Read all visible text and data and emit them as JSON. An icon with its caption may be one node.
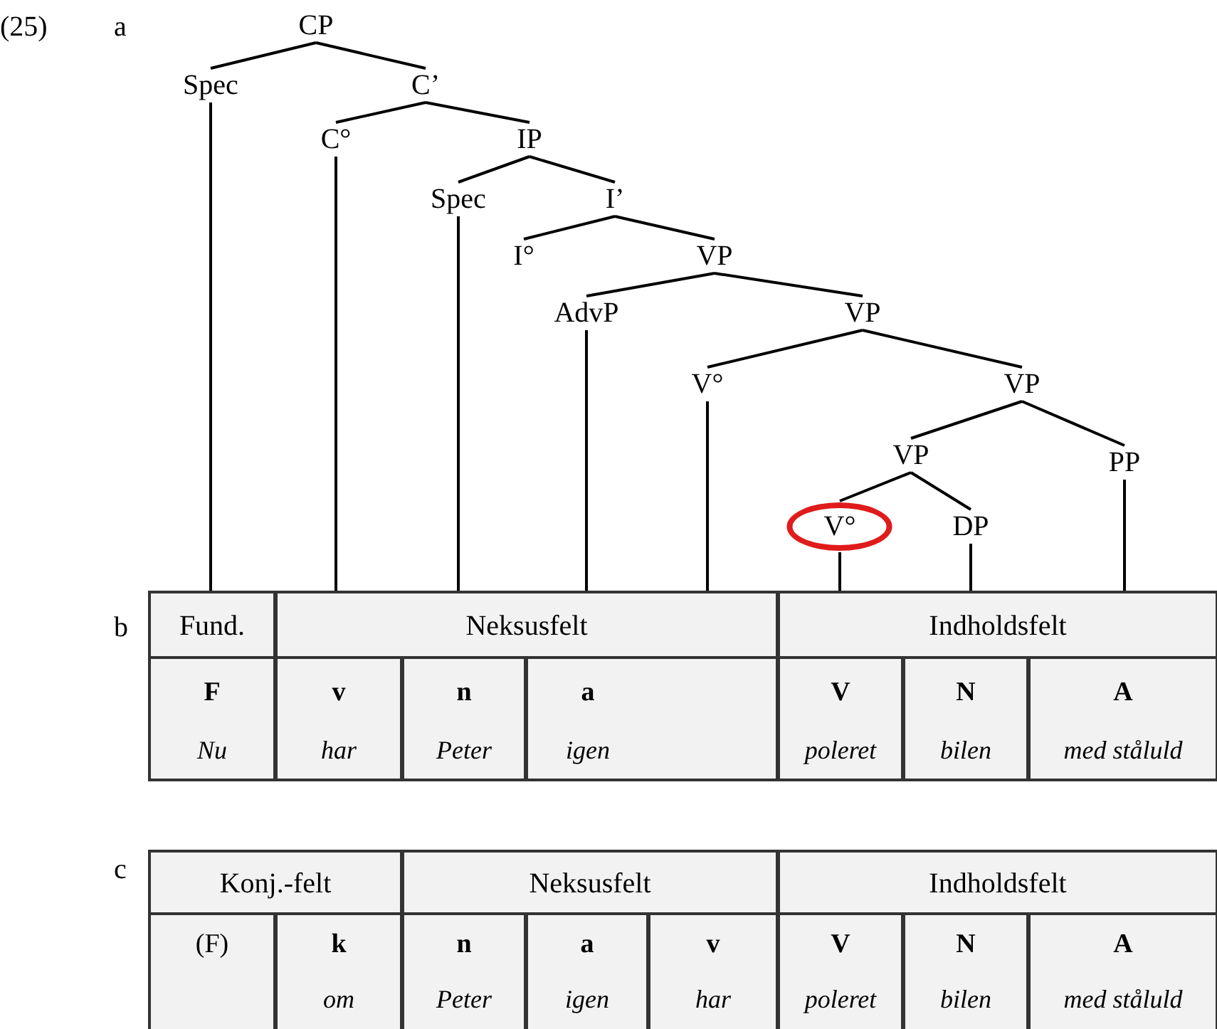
{
  "diagram": {
    "nodes": [
      {
        "text": [
          "CP"
        ]
      },
      {
        "text": [
          "Spec"
        ]
      },
      {
        "text": [
          "C’"
        ]
      },
      {
        "text": [
          "C°"
        ]
      },
      {
        "text": [
          "IP"
        ]
      },
      {
        "text": [
          "Spec"
        ]
      },
      {
        "text": [
          "I’"
        ]
      },
      {
        "text": [
          "I°"
        ]
      },
      {
        "text": [
          "VP"
        ]
      },
      {
        "text": [
          "AdvP"
        ]
      },
      {
        "text": [
          "VP"
        ]
      },
      {
        "text": [
          "V°"
        ]
      },
      {
        "text": [
          "VP"
        ]
      },
      {
        "text": [
          "VP"
        ]
      },
      {
        "text": [
          "PP"
        ]
      },
      {
        "text": [
          "V°"
        ]
      },
      {
        "text": [
          "DP"
        ]
      },
      {
        "text": [
          "Fund."
        ]
      },
      {
        "text": [
          "Neksusfelt"
        ]
      },
      {
        "text": [
          "Indholdsfelt"
        ]
      }
    ],
    "edges": [
      {
        "from": 0,
        "to": 1,
        "arrow": "none"
      },
      {
        "from": 0,
        "to": 2,
        "arrow": "none"
      },
      {
        "from": 2,
        "to": 3,
        "arrow": "none"
      },
      {
        "from": 2,
        "to": 4,
        "arrow": "none"
      },
      {
        "from": 4,
        "to": 5,
        "arrow": "none"
      },
      {
        "from": 4,
        "to": 6,
        "arrow": "none"
      },
      {
        "from": 6,
        "to": 7,
        "arrow": "none"
      },
      {
        "from": 6,
        "to": 8,
        "arrow": "none"
      },
      {
        "from": 8,
        "to": 9,
        "arrow": "none"
      },
      {
        "from": 8,
        "to": 10,
        "arrow": "none"
      },
      {
        "from": 10,
        "to": 11,
        "arrow": "none"
      },
      {
        "from": 10,
        "to": 12,
        "arrow": "none"
      },
      {
        "from": 12,
        "to": 13,
        "arrow": "none"
      },
      {
        "from": 12,
        "to": 14,
        "arrow": "none"
      },
      {
        "from": 13,
        "to": 15,
        "arrow": "none"
      },
      {
        "from": 13,
        "to": 16,
        "arrow": "none"
      },
      {
        "from": 1,
        "to": 17,
        "arrow": "none"
      },
      {
        "from": 3,
        "to": 18,
        "arrow": "none"
      },
      {
        "from": 5,
        "to": 18,
        "arrow": "none"
      },
      {
        "from": 9,
        "to": 18,
        "arrow": "none"
      },
      {
        "from": 11,
        "to": 18,
        "arrow": "none"
      },
      {
        "from": 15,
        "to": 19,
        "arrow": "none"
      },
      {
        "from": 16,
        "to": 19,
        "arrow": "none"
      },
      {
        "from": 14,
        "to": 19,
        "arrow": "none"
      }
    ],
    "labels": [
      "(25)",
      "a",
      "b",
      "F",
      "v",
      "n",
      "a",
      "V",
      "N",
      "A",
      "Nu",
      "har",
      "Peter",
      "igen",
      "poleret",
      "bilen",
      "med ståluld",
      "c",
      "Konj.-felt",
      "Neksusfelt",
      "Indholdsfelt",
      "(F)",
      "k",
      "n",
      "a",
      "v",
      "V",
      "N",
      "A",
      "om",
      "Peter",
      "igen",
      "har",
      "poleret",
      "bilen",
      "med ståluld"
    ]
  }
}
